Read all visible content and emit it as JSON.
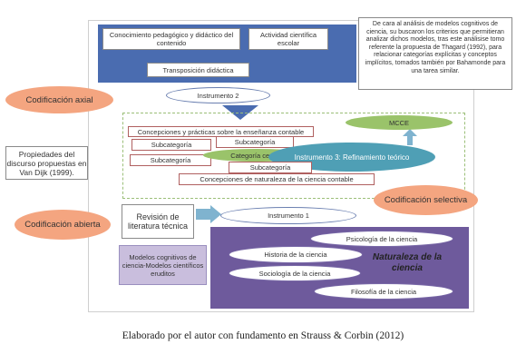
{
  "diagram": {
    "top": {
      "conocimiento": "Conocimiento pedagógico y didáctico del contenido",
      "actividad": "Actividad científica escolar",
      "transposicion": "Transposición didáctica",
      "instrumento2": "Instrumento 2"
    },
    "note": "De cara al análisis de modelos cognitivos de ciencia, su buscaron los criterios que permitieran analizar dichos modelos, tras este análisise tomo referente la propuesta de Thagard (1992), para relacionar categorías explícitas y conceptos implícitos, tomados también por Bahamonde para una tarea similar.",
    "left": {
      "axial": "Codificación axial",
      "propiedades": "Propiedades del discurso propuestas en Van Dijk (1999).",
      "abierta": "Codificación abierta"
    },
    "middle": {
      "concepciones_practicas": "Concepciones y prácticas sobre la enseñanza contable",
      "subcategoria": "Subcategoría",
      "categoria_central": "Categoría central",
      "instrumento3": "Instrumento 3: Refinamiento teórico",
      "mcce": "MCCE",
      "concepciones_naturaleza": "Concepciones de naturaleza de la ciencia contable"
    },
    "selectiva": "Codificación selectiva",
    "revision": "Revisión de literatura técnica",
    "instrumento1": "Instrumento 1",
    "bottom": {
      "modelos": "Modelos cognitivos de ciencia-Modelos científicos eruditos",
      "psicologia": "Psicología de la ciencia",
      "historia": "Historia de la ciencia",
      "naturaleza": "Naturaleza de la ciencia",
      "sociologia": "Sociología de la ciencia",
      "filosofia": "Filosofía de la ciencia"
    },
    "caption": "Elaborado por el autor con fundamento en Strauss & Corbin (2012)"
  },
  "colors": {
    "blue": "#4a6cb0",
    "orange": "#f4a580",
    "green": "#9ac36a",
    "teal": "#4f9fb5",
    "purple": "#6e5a9c"
  }
}
